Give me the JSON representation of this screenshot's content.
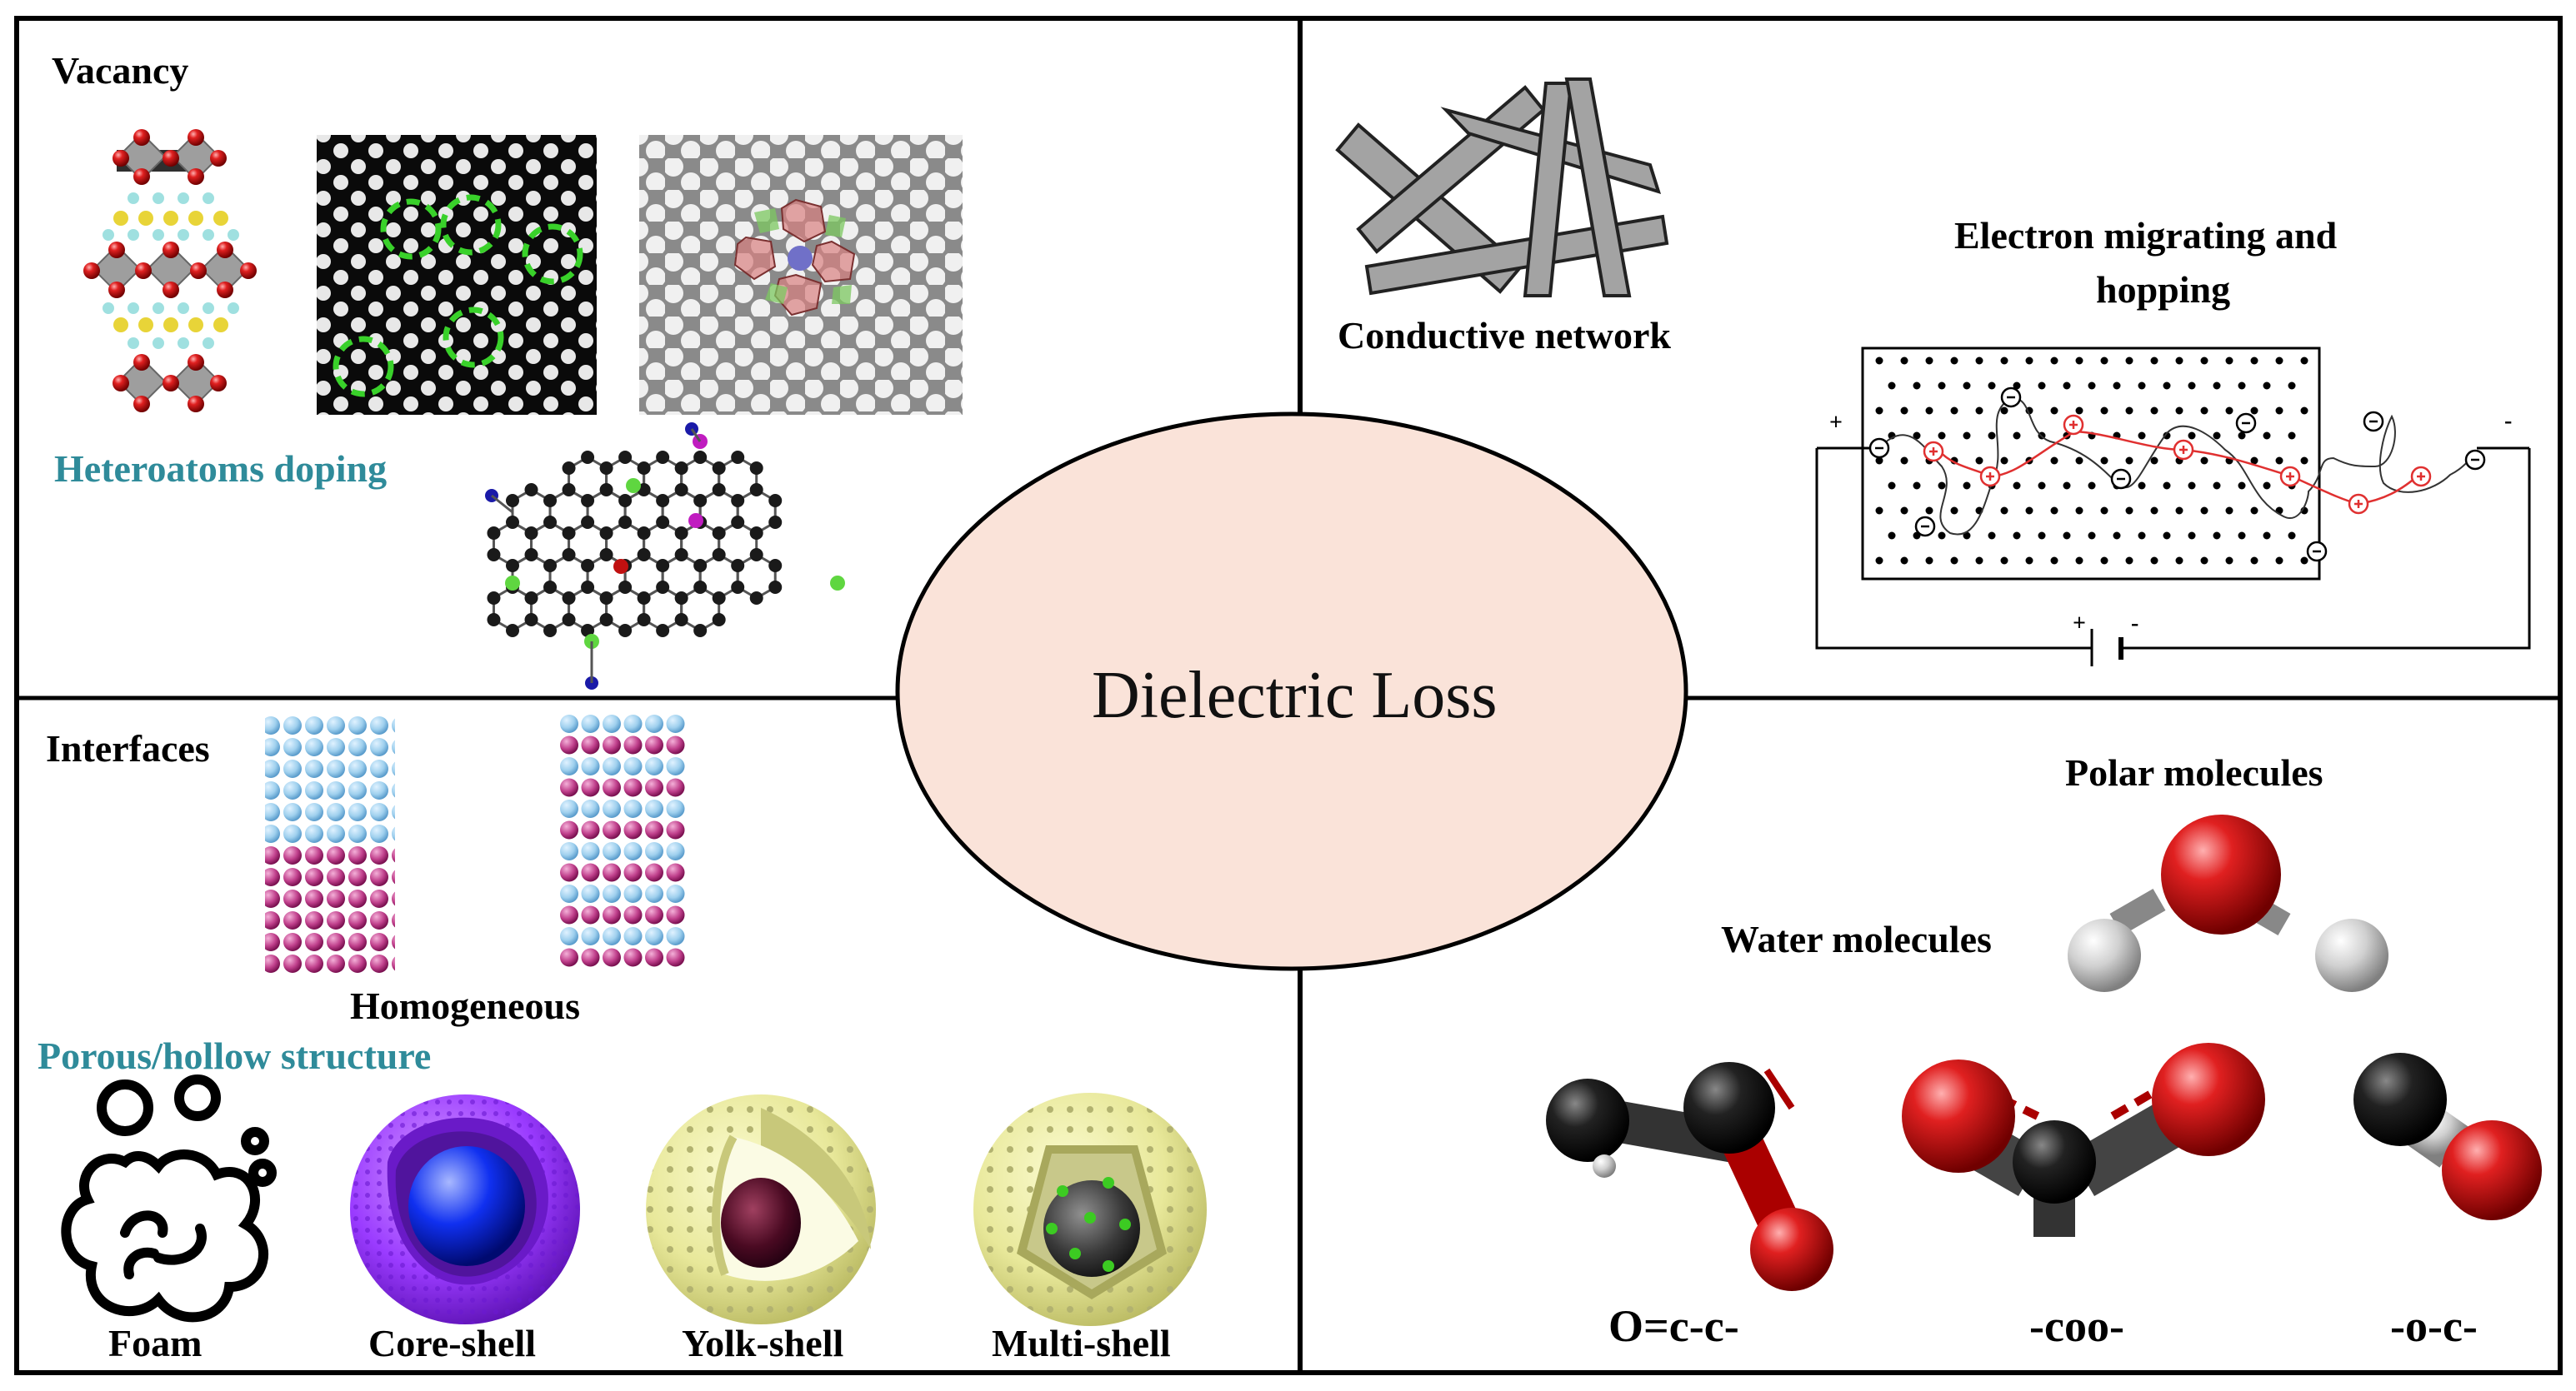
{
  "center": {
    "title": "Dielectric Loss"
  },
  "quadrants": {
    "top_left": {
      "vacancy": "Vacancy",
      "heteroatoms": "Heteroatoms doping"
    },
    "top_right": {
      "conductive": "Conductive network",
      "electron_line1": "Electron migrating and",
      "electron_line2": "hopping",
      "plus": "+",
      "minus": "-"
    },
    "bottom_left": {
      "interfaces": "Interfaces",
      "homogeneous": "Homogeneous",
      "porous": "Porous/hollow structure",
      "foam": "Foam",
      "core_shell": "Core-shell",
      "yolk_shell": "Yolk-shell",
      "multi_shell": "Multi-shell"
    },
    "bottom_right": {
      "polar": "Polar molecules",
      "water": "Water molecules",
      "g1": "O=c-c-",
      "g2": "-coo-",
      "g3": "-o-c-"
    }
  },
  "colors": {
    "ellipse_fill": "#fae3d9",
    "label_teal": "#2f8b9a",
    "atom_red": "#d81010",
    "atom_grey": "#dcdcdc",
    "sphere_yellow": "#eeee9c",
    "sphere_purple": "#9a3bff"
  }
}
